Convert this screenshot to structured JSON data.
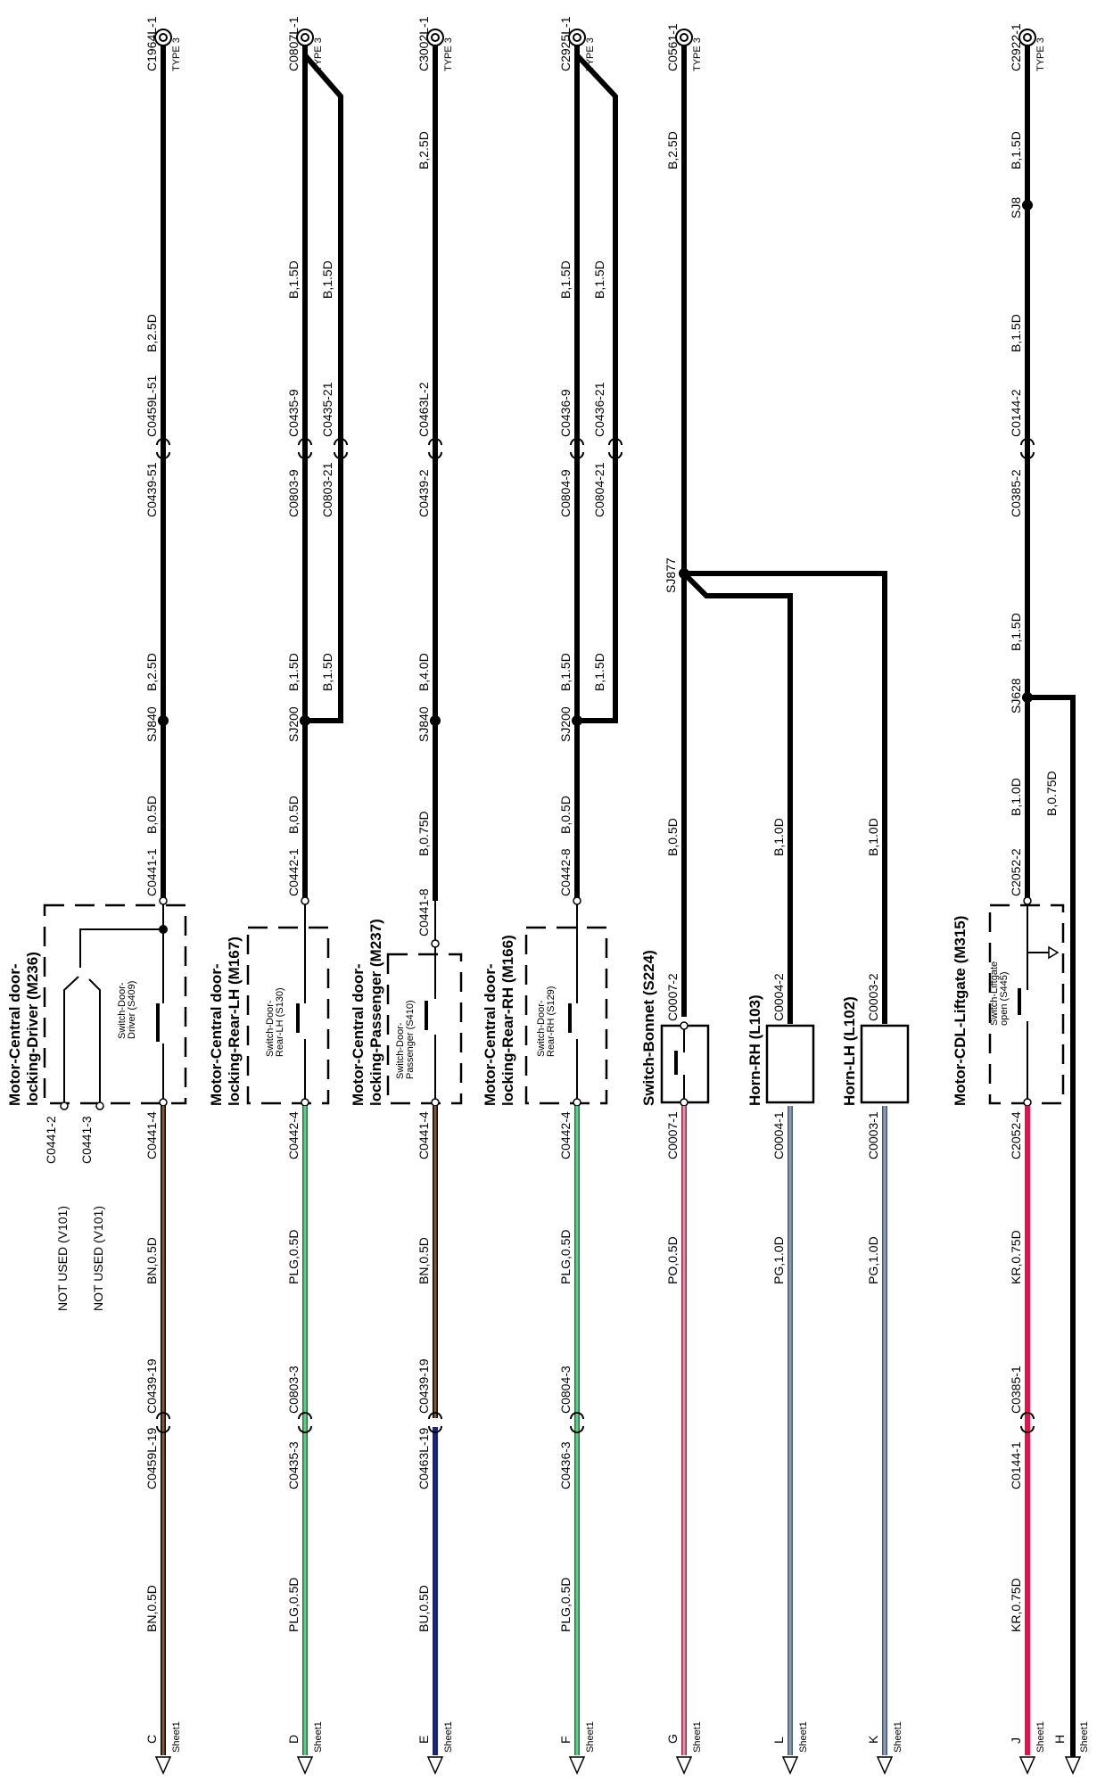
{
  "diagram_title": "",
  "colors": {
    "black": "#000000",
    "brown": "#8b5a2b",
    "green": "#3fb36b",
    "blue": "#1a237e",
    "pink": "#e8587a",
    "violet": "#8a7bb8",
    "red": "#e8104a"
  },
  "circuits": [
    {
      "id": "C",
      "sheet": "Sheet1",
      "component": "Motor-Central door-\nlocking-Driver (M236)",
      "switch": "Switch-Door-\nDriver (S409)",
      "ground_conn": "C1964L-1",
      "ground_type": "TYPE 3",
      "top_wire": "B,2.5D",
      "inline_top_a": "C0459L-51",
      "inline_top_b": "C0439-51",
      "mid_wire": "B,2.5D",
      "splice": "SJ840",
      "wire_to_comp": "B,0.5D",
      "comp_top_pin": "C0441-1",
      "comp_bot_pin": "C0441-4",
      "lower_wire_a": "BN,0.5D",
      "inline_bot_a": "C0439-19",
      "inline_bot_b": "C0459L-19",
      "lower_wire_b": "BN,0.5D",
      "not_used_pins": [
        "C0441-2",
        "C0441-3"
      ],
      "not_used_text": [
        "NOT USED (V101)",
        "NOT USED (V101)"
      ]
    },
    {
      "id": "D",
      "sheet": "Sheet1",
      "component": "Motor-Central door-\nlocking-Rear-LH (M167)",
      "switch": "Switch-Door-\nRear-LH (S130)",
      "ground_conn": "C0807L-1",
      "ground_type": "TYPE 3",
      "top_wire_1": "B,1.5D",
      "top_wire_2": "B,1.5D",
      "inline_top_1a": "C0435-9",
      "inline_top_1b": "C0803-9",
      "inline_top_2a": "C0435-21",
      "inline_top_2b": "C0803-21",
      "mid_wire_1": "B,1.5D",
      "mid_wire_2": "B,1.5D",
      "splice": "SJ200",
      "wire_to_comp": "B,0.5D",
      "comp_top_pin": "C0442-1",
      "comp_bot_pin": "C0442-4",
      "lower_wire_a": "PLG,0.5D",
      "inline_bot_a": "C0803-3",
      "inline_bot_b": "C0435-3",
      "lower_wire_b": "PLG,0.5D"
    },
    {
      "id": "E",
      "sheet": "Sheet1",
      "component": "Motor-Central door-\nlocking-Passenger (M237)",
      "switch": "Switch-Door-\nPassenger (S410)",
      "ground_conn": "C3002L-1",
      "ground_type": "TYPE 3",
      "top_wire": "B,2.5D",
      "inline_top_a": "C0463L-2",
      "inline_top_b": "C0439-2",
      "mid_wire": "B,4.0D",
      "splice": "SJ840",
      "wire_to_comp": "B,0.75D",
      "comp_top_pin": "C0441-8",
      "comp_bot_pin": "C0441-4",
      "lower_wire_a": "BN,0.5D",
      "inline_bot_a": "C0439-19",
      "inline_bot_b": "C0463L-19",
      "lower_wire_b": "BU,0.5D"
    },
    {
      "id": "F",
      "sheet": "Sheet1",
      "component": "Motor-Central door-\nlocking-Rear-RH (M166)",
      "switch": "Switch-Door-\nRear-RH (S129)",
      "ground_conn": "C2925L-1",
      "ground_type": "TYPE 3",
      "top_wire_1": "B,1.5D",
      "top_wire_2": "B,1.5D",
      "inline_top_1a": "C0436-9",
      "inline_top_1b": "C0804-9",
      "inline_top_2a": "C0436-21",
      "inline_top_2b": "C0804-21",
      "mid_wire_1": "B,1.5D",
      "mid_wire_2": "B,1.5D",
      "splice": "SJ200",
      "wire_to_comp": "B,0.5D",
      "comp_top_pin": "C0442-8",
      "comp_bot_pin": "C0442-4",
      "lower_wire_a": "PLG,0.5D",
      "inline_bot_a": "C0804-3",
      "inline_bot_b": "C0436-3",
      "lower_wire_b": "PLG,0.5D"
    },
    {
      "id": "G",
      "sheet": "Sheet1",
      "component": "Switch-Bonnet (S224)",
      "ground_conn": "C0561-1",
      "ground_type": "TYPE 3",
      "top_wire": "B,2.5D",
      "splice": "SJ877",
      "wire_to_comp": "B,0.5D",
      "comp_top_pin": "C0007-2",
      "comp_bot_pin": "C0007-1",
      "lower_wire": "PO,0.5D"
    },
    {
      "id": "L",
      "sheet": "Sheet1",
      "component": "Horn-RH (L103)",
      "wire_to_comp": "B,1.0D",
      "comp_top_pin": "C0004-2",
      "comp_bot_pin": "C0004-1",
      "lower_wire": "PG,1.0D"
    },
    {
      "id": "K",
      "sheet": "Sheet1",
      "component": "Horn-LH (L102)",
      "wire_to_comp": "B,1.0D",
      "comp_top_pin": "C0003-2",
      "comp_bot_pin": "C0003-1",
      "lower_wire": "PG,1.0D"
    },
    {
      "id": "J",
      "id2": "H",
      "sheet": "Sheet1",
      "sheet2": "Sheet1",
      "component": "Motor-CDL-Liftgate (M315)",
      "switch": "Switch-Liftgate\nopen (S445)",
      "ground_conn": "C2922-1",
      "ground_type": "TYPE 3",
      "top_wire": "B,1.5D",
      "splice_top": "SJ8",
      "upper_wire": "B,1.5D",
      "inline_top_a": "C0144-2",
      "inline_top_b": "C0385-2",
      "mid_wire": "B,1.5D",
      "splice": "SJ628",
      "wire_to_comp": "B,1.0D",
      "branch_wire": "B,0.75D",
      "comp_top_pin": "C2052-2",
      "comp_bot_pin": "C2052-4",
      "lower_wire_a": "KR,0.75D",
      "inline_bot_a": "C0385-1",
      "inline_bot_b": "C0144-1",
      "lower_wire_b": "KR,0.75D"
    }
  ]
}
